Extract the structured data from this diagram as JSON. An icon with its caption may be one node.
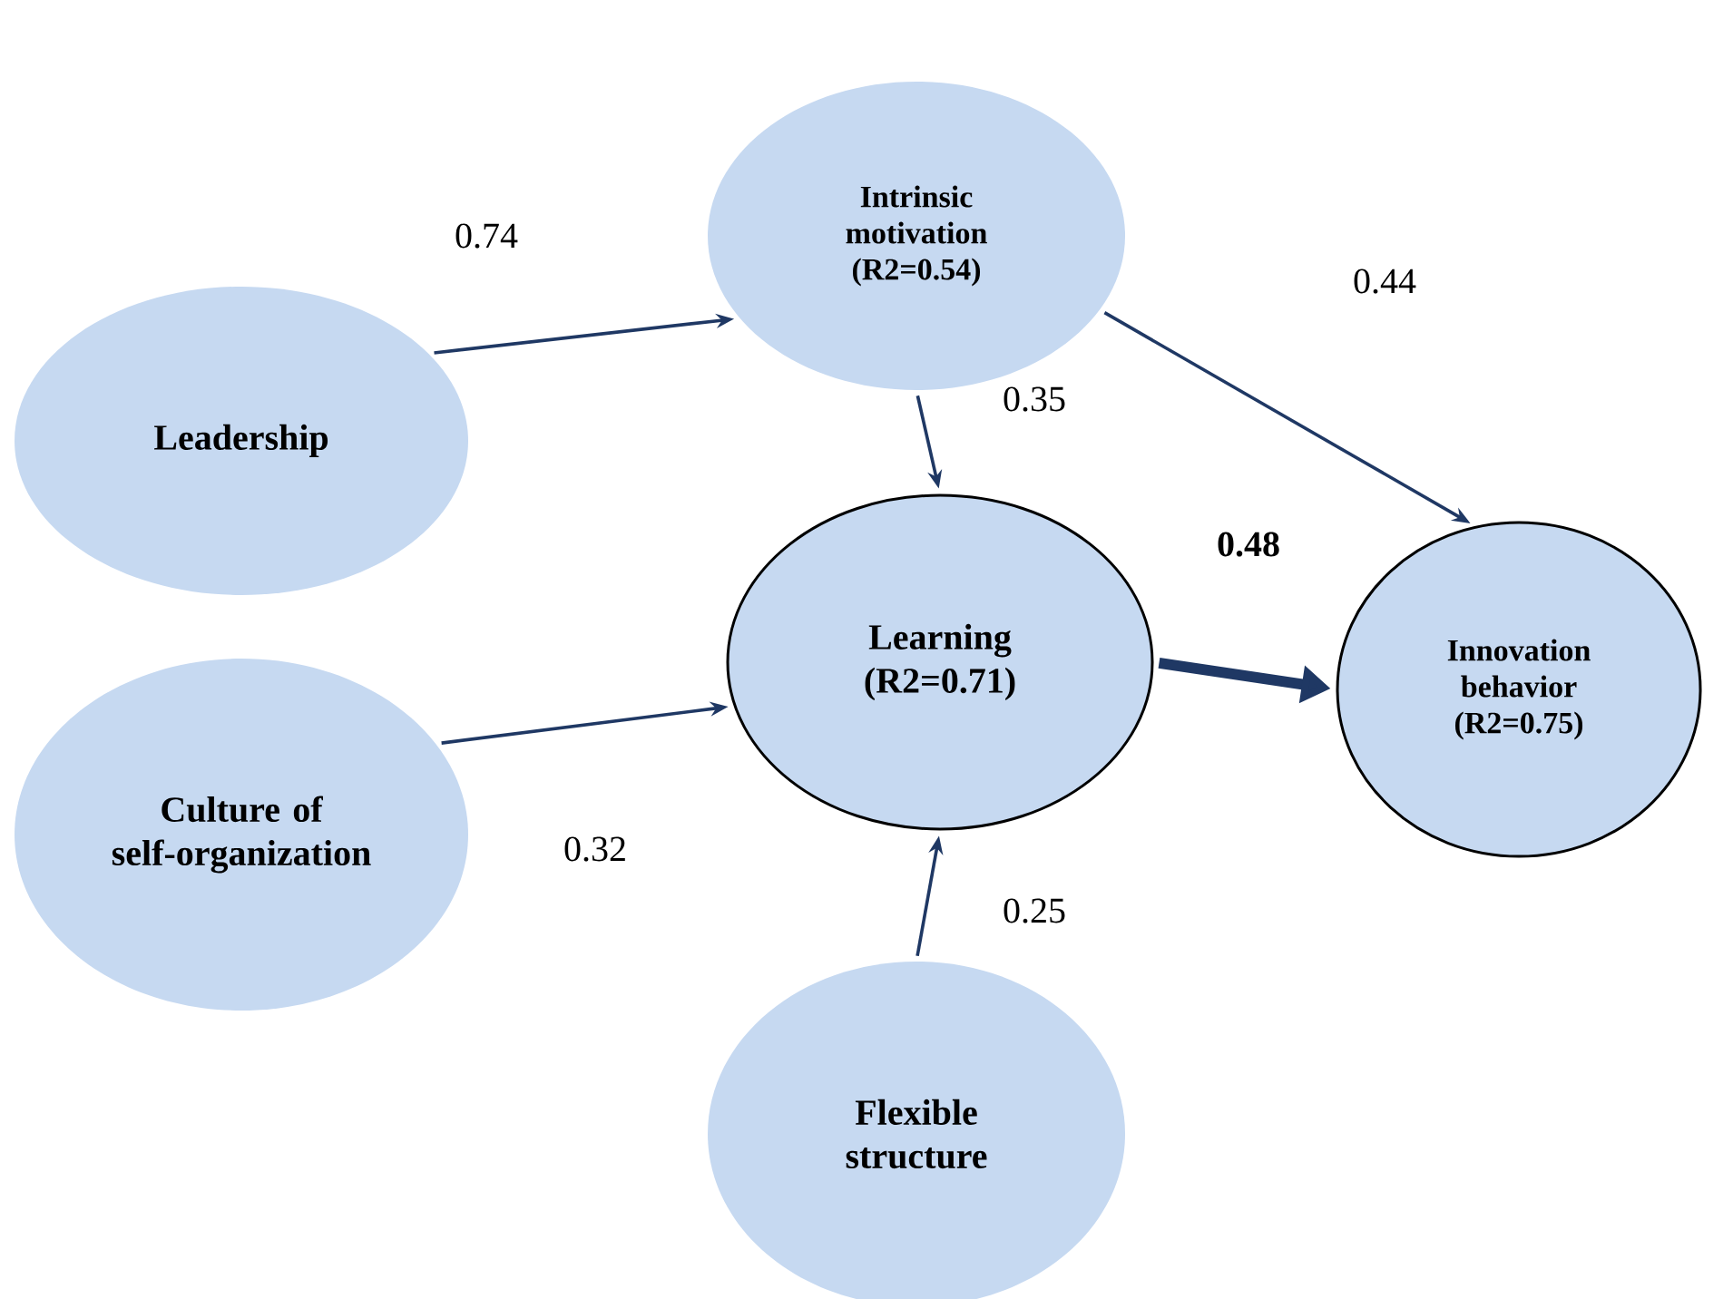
{
  "diagram": {
    "nodes": [
      {
        "text": [
          "Intrinsic motivation (R2=0.54)"
        ]
      },
      {
        "text": [
          "Leadership"
        ]
      },
      {
        "text": [
          "Learning (R2=0.71)"
        ]
      },
      {
        "text": [
          "Innovation behavior (R2=0.75)"
        ]
      },
      {
        "text": [
          "Culture of self-organization"
        ]
      },
      {
        "text": [
          "Flexible structure"
        ]
      }
    ],
    "edges": [
      {
        "from": 1,
        "to": 0,
        "arrow": "to",
        "label": "0.74"
      },
      {
        "from": 0,
        "to": 2,
        "arrow": "to",
        "label": "0.35"
      },
      {
        "from": 0,
        "to": 3,
        "arrow": "to",
        "label": "0.44"
      },
      {
        "from": 4,
        "to": 2,
        "arrow": "to",
        "label": "0.32"
      },
      {
        "from": 5,
        "to": 2,
        "arrow": "to",
        "label": "0.25"
      },
      {
        "from": 2,
        "to": 3,
        "arrow": "to",
        "label": "0.48",
        "style": "thick"
      }
    ]
  }
}
